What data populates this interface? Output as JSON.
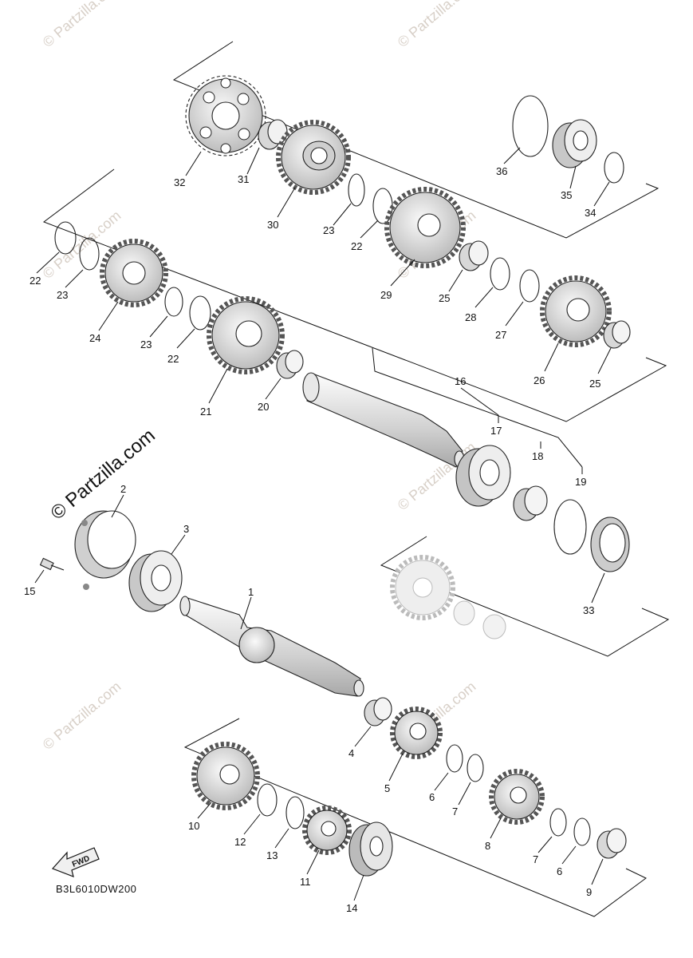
{
  "diagram": {
    "watermark_main": "© Partzilla.com",
    "watermark_repeat": "© Partzilla.com",
    "drawing_code": "B3L6010DW200",
    "fwd_label": "FWD",
    "callouts": {
      "p1": "1",
      "p2": "2",
      "p3": "3",
      "p4": "4",
      "p5": "5",
      "p6a": "6",
      "p6b": "6",
      "p7a": "7",
      "p7b": "7",
      "p8": "8",
      "p9": "9",
      "p10": "10",
      "p11": "11",
      "p12": "12",
      "p13": "13",
      "p14": "14",
      "p15": "15",
      "p16": "16",
      "p17": "17",
      "p18": "18",
      "p19": "19",
      "p20": "20",
      "p21": "21",
      "p22a": "22",
      "p22b": "22",
      "p22c": "22",
      "p23a": "23",
      "p23b": "23",
      "p23c": "23",
      "p24": "24",
      "p25a": "25",
      "p25b": "25",
      "p26": "26",
      "p27": "27",
      "p28": "28",
      "p29": "29",
      "p30": "30",
      "p31": "31",
      "p32": "32",
      "p33": "33",
      "p34": "34",
      "p35": "35",
      "p36": "36"
    },
    "colors": {
      "line": "#111111",
      "part_fill": "#f2f2f2",
      "part_shade": "#bdbdbd",
      "ghost": "#d6d6d6"
    }
  }
}
